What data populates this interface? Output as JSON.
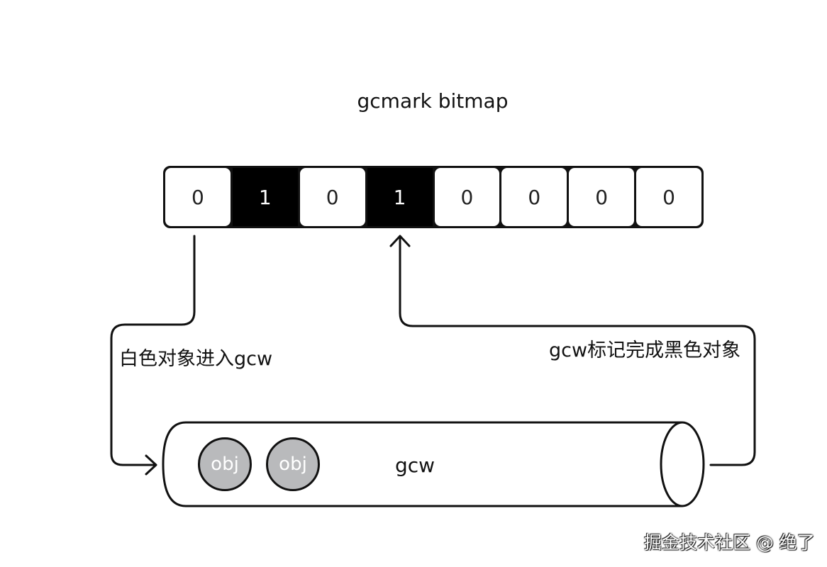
{
  "title": "gcmark bitmap",
  "bits": [
    "0",
    "1",
    "0",
    "1",
    "0",
    "0",
    "0",
    "0"
  ],
  "bit_colors": [
    "white",
    "black",
    "white",
    "black",
    "white",
    "white",
    "white",
    "white"
  ],
  "left_label": "白色对象进入gcw",
  "right_label": "gcw标记完成黑色对象",
  "queue": {
    "label": "gcw",
    "objects": [
      "obj",
      "obj"
    ],
    "object_color": "#b9babc"
  },
  "watermark": "掘金技术社区 @ 绝了"
}
